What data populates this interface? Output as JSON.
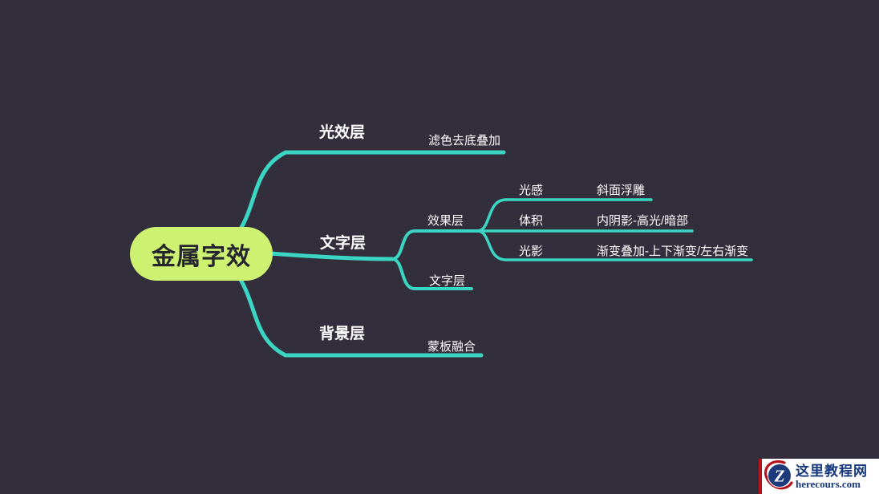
{
  "page": {
    "background": "#332e3b"
  },
  "colors": {
    "line": "#3bd6c3",
    "root_fill": "#cdf171",
    "root_text": "#26252e",
    "label_text": "#ffffff",
    "watermark_red": "#b5121b",
    "watermark_navy": "#16387c"
  },
  "mindmap": {
    "root": {
      "label": "金属字效"
    },
    "branches": [
      {
        "label": "光效层",
        "children": [
          {
            "label": "滤色去底叠加"
          }
        ]
      },
      {
        "label": "文字层",
        "children": [
          {
            "label": "效果层",
            "children": [
              {
                "label": "光感",
                "children": [
                  {
                    "label": "斜面浮雕"
                  }
                ]
              },
              {
                "label": "体积",
                "children": [
                  {
                    "label": "内阴影-高光/暗部"
                  }
                ]
              },
              {
                "label": "光影",
                "children": [
                  {
                    "label": "渐变叠加-上下渐变/左右渐变"
                  }
                ]
              }
            ]
          },
          {
            "label": "文字层"
          }
        ]
      },
      {
        "label": "背景层",
        "children": [
          {
            "label": "蒙板融合"
          }
        ]
      }
    ]
  },
  "watermark": {
    "site_name": "这里教程网",
    "site_domain": "herecours.com",
    "logo_letter": "Z"
  }
}
